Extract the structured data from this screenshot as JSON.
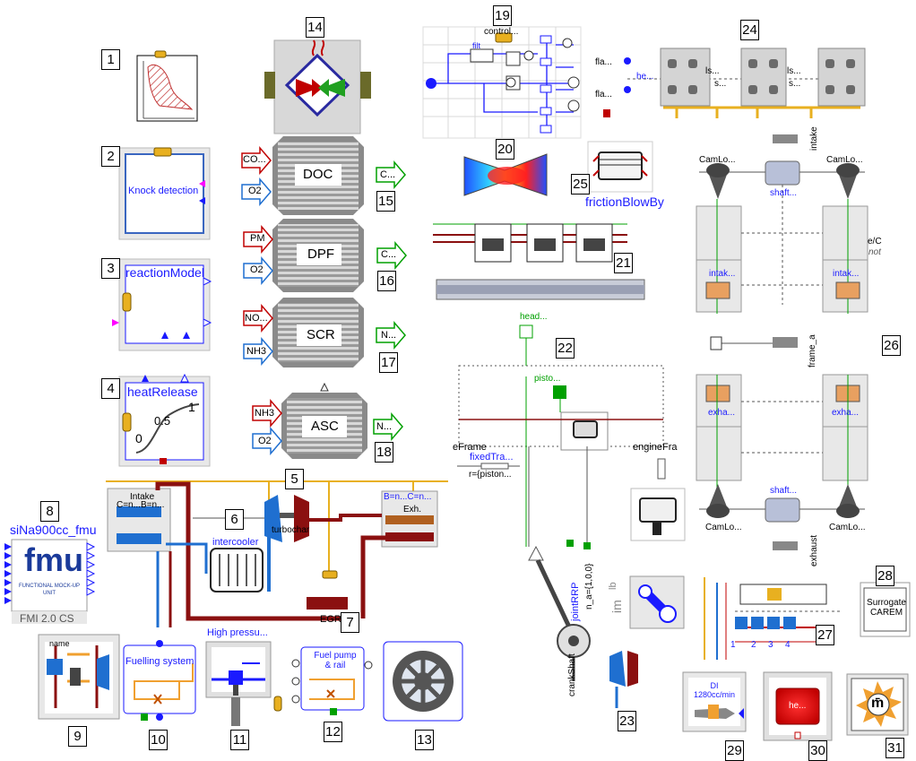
{
  "numbers": [
    "1",
    "2",
    "3",
    "4",
    "5",
    "6",
    "7",
    "8",
    "9",
    "10",
    "11",
    "12",
    "13",
    "14",
    "15",
    "16",
    "17",
    "18",
    "19",
    "20",
    "21",
    "22",
    "23",
    "24",
    "25",
    "26",
    "27",
    "28",
    "29",
    "30",
    "31"
  ],
  "labels": {
    "knock": "Knock detection",
    "reaction": "reactionModel",
    "heat": "heatRelease",
    "heat_0": "0",
    "heat_05": "0.5",
    "heat_1": "1",
    "doc": "DOC",
    "dpf": "DPF",
    "scr": "SCR",
    "asc": "ASC",
    "doc_in1": "CO...",
    "doc_in2": "O2",
    "doc_out": "C...",
    "dpf_in1": "PM",
    "dpf_in2": "O2",
    "dpf_out": "C...",
    "scr_in1": "NO...",
    "scr_in2": "NH3",
    "scr_out": "N...",
    "asc_in1": "NH3",
    "asc_in2": "O2",
    "asc_out": "N...",
    "fmu_title": "siNa900cc_fmu",
    "fmu_word": "fmu",
    "fmu_sub": "FUNCTIONAL MOCK-UP UNIT",
    "fmu_version": "FMI 2.0 CS",
    "intake": "Intake",
    "intake_c": "C=n...B=n...",
    "exh": "Exh.",
    "exh_c": "B=n...C=n...",
    "intercooler": "intercooler",
    "turbo": "turbochar",
    "egr": "EGR",
    "fuelling": "Fuelling system",
    "highpress": "High pressu...",
    "fuelpump": "Fuel pump & rail",
    "control": "control...",
    "filt": "filt",
    "friction": "frictionBlowBy",
    "head": "head...",
    "pisto": "pisto...",
    "eframe": "eFrame",
    "fixedtra": "fixedTra...",
    "r_piston": "r={piston...",
    "engineframe": "engineFra",
    "jointrrp": "jointRRP",
    "n_a": "n_a={1,0,0}",
    "lb": "lb",
    "im": "im",
    "crankshaft": "crankShaft",
    "intake_v": "intake",
    "exhaust_v": "exhaust",
    "frame_a": "frame_a",
    "camlo": "CamLo...",
    "shaft": "shaft...",
    "intak": "intak...",
    "exha": "exha...",
    "fla": "fla...",
    "he": "he...",
    "ls": "ls...",
    "s": "s...",
    "e_c": "e/C",
    "not": "not",
    "surrogate": "Surrogate CAREM",
    "di": "DI 1280cc/min",
    "he30": "he...",
    "m_bar": "m̄",
    "cyl_nums": [
      "1",
      "2",
      "3",
      "4"
    ],
    "name9": "name"
  },
  "colors": {
    "exhaust_red": "#8b1010",
    "intake_blue": "#1f6fd0",
    "fuel_orange": "#f0a030",
    "mech_green": "#00a000",
    "signal_blue": "#1a1aff",
    "gold": "#e8b020"
  }
}
